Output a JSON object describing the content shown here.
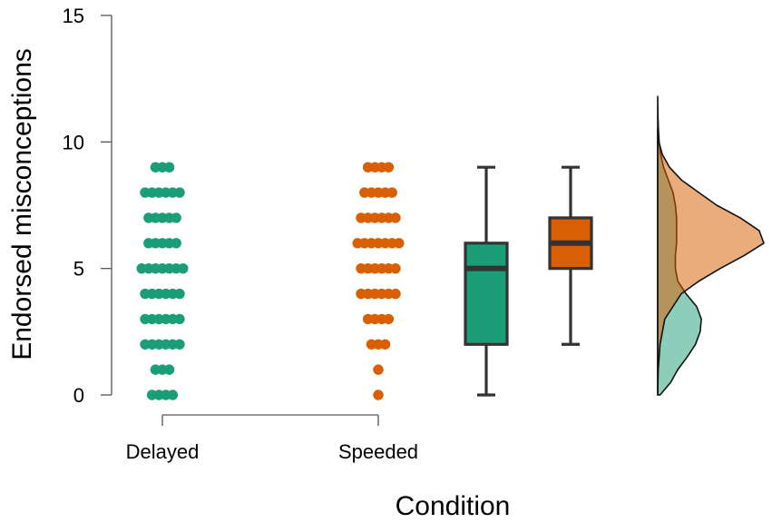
{
  "chart_data": {
    "type": "scatter",
    "subtype": "raincloud (jittered points + box plots + half-violin densities)",
    "title": "",
    "xlabel": "Condition",
    "ylabel": "Endorsed misconceptions",
    "ylim": [
      0,
      15
    ],
    "yticks": [
      0,
      5,
      10,
      15
    ],
    "categories": [
      "Delayed",
      "Speeded"
    ],
    "grid": false,
    "legend": "none",
    "colors": {
      "Delayed": "#1b9e77",
      "Speeded": "#d95f02"
    },
    "series": [
      {
        "category": "Delayed",
        "points": [
          {
            "y": 9,
            "n": 3
          },
          {
            "y": 8,
            "n": 6
          },
          {
            "y": 7,
            "n": 5
          },
          {
            "y": 6,
            "n": 5
          },
          {
            "y": 5,
            "n": 7
          },
          {
            "y": 4,
            "n": 6
          },
          {
            "y": 3,
            "n": 6
          },
          {
            "y": 2,
            "n": 6
          },
          {
            "y": 1,
            "n": 3
          },
          {
            "y": 0,
            "n": 4
          }
        ],
        "box": {
          "min": 0,
          "q1": 2,
          "median": 5,
          "q3": 6,
          "max": 9
        },
        "density": [
          [
            0,
            0.02
          ],
          [
            0.5,
            0.11
          ],
          [
            1,
            0.17
          ],
          [
            1.5,
            0.25
          ],
          [
            2,
            0.32
          ],
          [
            2.5,
            0.36
          ],
          [
            3,
            0.37
          ],
          [
            3.5,
            0.33
          ],
          [
            4,
            0.24
          ],
          [
            4.5,
            0.17
          ],
          [
            5,
            0.15
          ],
          [
            5.5,
            0.15
          ],
          [
            6,
            0.16
          ],
          [
            6.5,
            0.16
          ],
          [
            7,
            0.16
          ],
          [
            7.5,
            0.15
          ],
          [
            8,
            0.13
          ],
          [
            8.5,
            0.09
          ],
          [
            9,
            0.05
          ],
          [
            9.5,
            0.025
          ],
          [
            10,
            0.012
          ],
          [
            10.5,
            0.006
          ],
          [
            11,
            0.002
          ],
          [
            11.8,
            0
          ]
        ]
      },
      {
        "category": "Speeded",
        "points": [
          {
            "y": 9,
            "n": 4
          },
          {
            "y": 8,
            "n": 5
          },
          {
            "y": 7,
            "n": 6
          },
          {
            "y": 6,
            "n": 7
          },
          {
            "y": 5,
            "n": 6
          },
          {
            "y": 4,
            "n": 6
          },
          {
            "y": 3,
            "n": 4
          },
          {
            "y": 2,
            "n": 3
          },
          {
            "y": 1,
            "n": 1
          },
          {
            "y": 0,
            "n": 1
          }
        ],
        "box": {
          "min": 2,
          "q1": 5,
          "median": 6,
          "q3": 7,
          "max": 9
        },
        "density": [
          [
            0,
            0
          ],
          [
            1,
            0.005
          ],
          [
            2,
            0.02
          ],
          [
            3,
            0.06
          ],
          [
            4,
            0.2
          ],
          [
            4.5,
            0.35
          ],
          [
            5,
            0.53
          ],
          [
            5.5,
            0.73
          ],
          [
            6,
            0.9
          ],
          [
            6.5,
            0.86
          ],
          [
            7,
            0.7
          ],
          [
            7.5,
            0.5
          ],
          [
            8,
            0.35
          ],
          [
            8.5,
            0.2
          ],
          [
            9,
            0.1
          ],
          [
            9.5,
            0.04
          ],
          [
            10,
            0.01
          ],
          [
            10.5,
            0
          ]
        ]
      }
    ]
  }
}
